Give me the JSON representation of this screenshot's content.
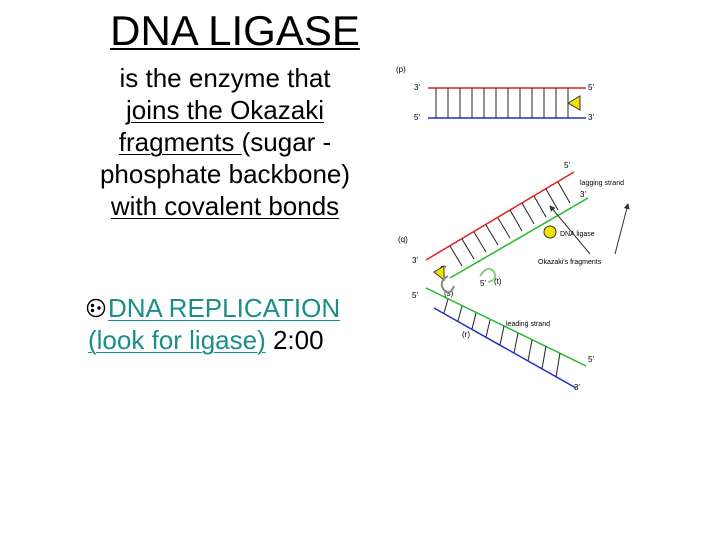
{
  "slide": {
    "title": "DNA LIGASE",
    "body": {
      "line1": "is the enzyme that",
      "line2": "joins the Okazaki",
      "line3_underlined": "fragments ",
      "line3_rest": "(sugar -",
      "line4": "phosphate backbone)",
      "line5": "with covalent bonds"
    },
    "bullet": {
      "link_line1": "DNA REPLICATION",
      "link_line2": "(look for ligase)",
      "duration": " 2:00"
    }
  },
  "diagram": {
    "labels": {
      "p": "(p)",
      "q": "(q)",
      "r": "(r)",
      "s": "(s)",
      "t": "(t)",
      "three_prime": "3'",
      "five_prime": "5'",
      "lagging": "lagging strand",
      "leading": "leading strand",
      "ligase": "DNA ligase",
      "okazaki": "Okazaki's fragments"
    },
    "colors": {
      "red_strand": "#e02020",
      "blue_strand": "#2030c8",
      "green_strand": "#22bb22",
      "rungs": "#222222",
      "ligase_dot": "#f2e200",
      "arrow": "#333333",
      "link": "#1a8f8a"
    }
  }
}
